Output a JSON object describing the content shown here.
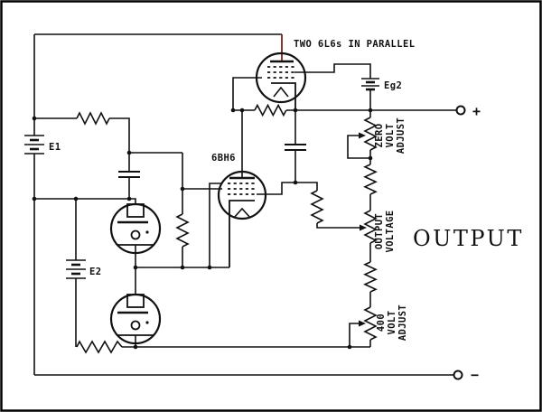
{
  "schematic": {
    "annotation_top": "TWO 6L6s IN PARALLEL",
    "driver_tube": "6BH6",
    "battery_e1": "E1",
    "battery_e2": "E2",
    "battery_eg2": "Eg2",
    "pot_zero": [
      "ZERO",
      "VOLT",
      "ADJUST"
    ],
    "pot_output": [
      "OUTPUT",
      "VOLTAGE"
    ],
    "pot_400": [
      "400",
      "VOLT",
      "ADJUST"
    ],
    "output_title": "OUTPUT",
    "terminal_plus": "+",
    "terminal_minus": "−",
    "colors": {
      "line": "#111111",
      "plate_wire": "#7b1f1f",
      "background": "#ffffff"
    }
  }
}
